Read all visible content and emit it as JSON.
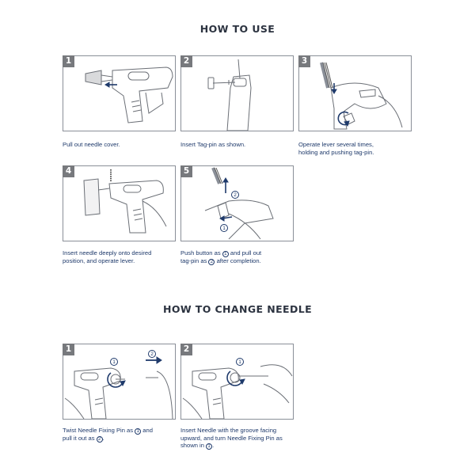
{
  "headings": {
    "how_to_use": "HOW TO USE",
    "how_to_change": "HOW TO CHANGE NEEDLE"
  },
  "use_steps": [
    {
      "number": "1",
      "caption": "Pull out needle cover."
    },
    {
      "number": "2",
      "caption": "Insert Tag-pin as shown."
    },
    {
      "number": "3",
      "caption_line1": "Operate lever several times,",
      "caption_line2": "holding and pushing tag-pin."
    },
    {
      "number": "4",
      "caption_line1": "Insert needle deeply onto desired",
      "caption_line2": "position, and operate lever."
    },
    {
      "number": "5",
      "caption_a": "Push button as ",
      "circle1": "1",
      "caption_b": " and pull out",
      "caption_c": "tag-pin as ",
      "circle2": "2",
      "caption_d": " after completion."
    }
  ],
  "change_steps": [
    {
      "number": "1",
      "caption_a": "Twist Needle Fixing Pin as ",
      "circle1": "1",
      "caption_b": " and",
      "caption_c": "pull it out as ",
      "circle2": "2",
      "caption_d": "."
    },
    {
      "number": "2",
      "caption_line1": "Insert Needle with the groove facing",
      "caption_line2": "upward, and turn Needle Fixing Pin as",
      "caption_c": "shown in ",
      "circle1": "1",
      "caption_d": "."
    }
  ],
  "callouts": {
    "c1": "1",
    "c2": "2"
  },
  "colors": {
    "heading": "#2c3340",
    "caption": "#1f3a6b",
    "accent_arrow": "#1f3a6b",
    "line_art": "#6b6f76",
    "badge": "#77797d"
  }
}
